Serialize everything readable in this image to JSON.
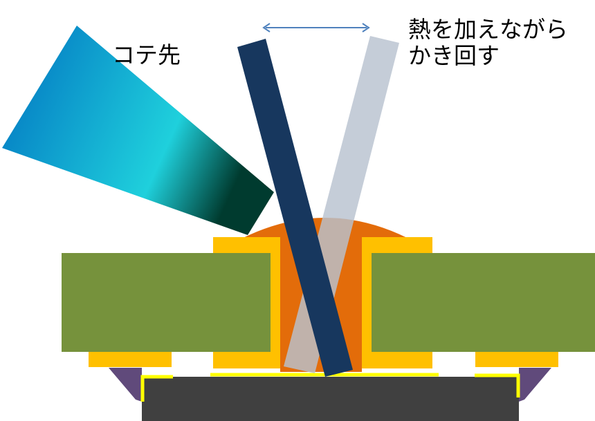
{
  "labels": {
    "tip": "コテ先",
    "action_line1": "熱を加えながら",
    "action_line2": "かき回す"
  },
  "colors": {
    "background": "#ffffff",
    "board": "#76923c",
    "pad": "#ffc000",
    "solder": "#e36c0a",
    "component": "#404040",
    "component_lead": "#ffff00",
    "fillet": "#604a7b",
    "tool_front": "#17375e",
    "tool_ghost": "#b8c2cf",
    "arrow": "#4f81bd",
    "tip_gradient": [
      "#0070c0",
      "#1fd0dc",
      "#003b2f"
    ]
  }
}
